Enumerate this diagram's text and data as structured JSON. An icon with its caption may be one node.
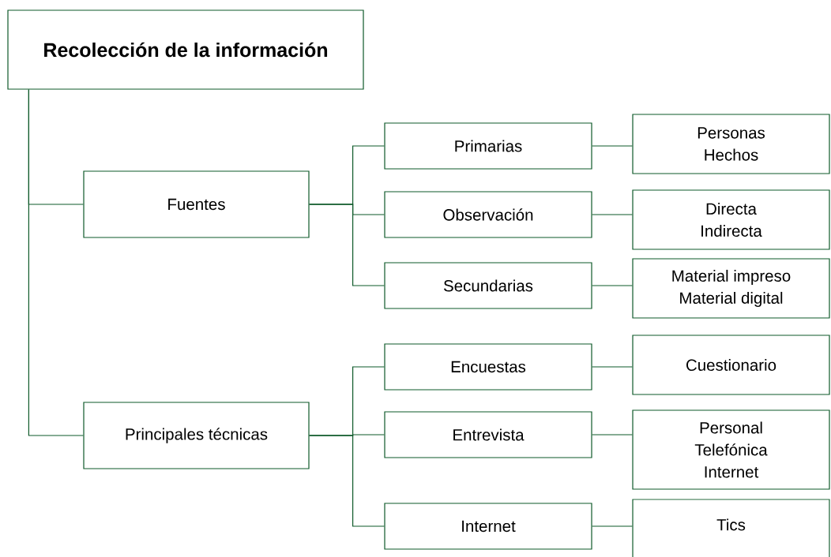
{
  "diagram": {
    "nodes": [
      {
        "text": [
          "Recolección de la información"
        ]
      },
      {
        "text": [
          "Fuentes"
        ]
      },
      {
        "text": [
          "Principales técnicas"
        ]
      },
      {
        "text": [
          "Primarias"
        ]
      },
      {
        "text": [
          "Observación"
        ]
      },
      {
        "text": [
          "Secundarias"
        ]
      },
      {
        "text": [
          "Encuestas"
        ]
      },
      {
        "text": [
          "Entrevista"
        ]
      },
      {
        "text": [
          "Internet"
        ]
      },
      {
        "text": [
          "Personas",
          "Hechos"
        ]
      },
      {
        "text": [
          "Directa",
          "Indirecta"
        ]
      },
      {
        "text": [
          "Material impreso",
          "Material digital"
        ]
      },
      {
        "text": [
          "Cuestionario"
        ]
      },
      {
        "text": [
          "Personal",
          "Telefónica",
          "Internet"
        ]
      },
      {
        "text": [
          "Tics"
        ]
      }
    ],
    "edges": [
      {
        "from": 0,
        "to": 1,
        "arrow": "none"
      },
      {
        "from": 0,
        "to": 2,
        "arrow": "none"
      },
      {
        "from": 1,
        "to": 3,
        "arrow": "none"
      },
      {
        "from": 1,
        "to": 4,
        "arrow": "none"
      },
      {
        "from": 1,
        "to": 5,
        "arrow": "none"
      },
      {
        "from": 2,
        "to": 6,
        "arrow": "none"
      },
      {
        "from": 2,
        "to": 7,
        "arrow": "none"
      },
      {
        "from": 2,
        "to": 8,
        "arrow": "none"
      },
      {
        "from": 3,
        "to": 9,
        "arrow": "none"
      },
      {
        "from": 4,
        "to": 10,
        "arrow": "none"
      },
      {
        "from": 5,
        "to": 11,
        "arrow": "none"
      },
      {
        "from": 6,
        "to": 12,
        "arrow": "none"
      },
      {
        "from": 7,
        "to": 13,
        "arrow": "none"
      },
      {
        "from": 8,
        "to": 14,
        "arrow": "none"
      }
    ]
  }
}
